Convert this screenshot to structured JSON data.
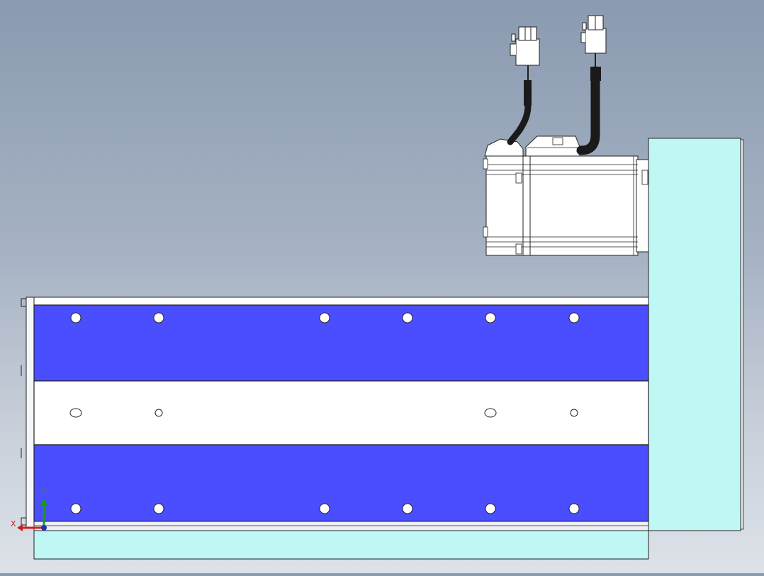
{
  "app": {
    "view": "cad-viewport-top-view"
  },
  "triad": {
    "x_label": "X",
    "y_label": "Y"
  },
  "colors": {
    "background_top": "#8a9ab0",
    "background_bottom": "#dde2e8",
    "rail_blue": "#4a4eff",
    "plate_cyan": "#bff7f5",
    "body_white": "#ffffff",
    "cable_black": "#1a1a1a",
    "outline": "#222222"
  },
  "model": {
    "top_rail_holes": 6,
    "middle_strip_holes": 4,
    "bottom_rail_holes": 6,
    "connectors": 2
  }
}
